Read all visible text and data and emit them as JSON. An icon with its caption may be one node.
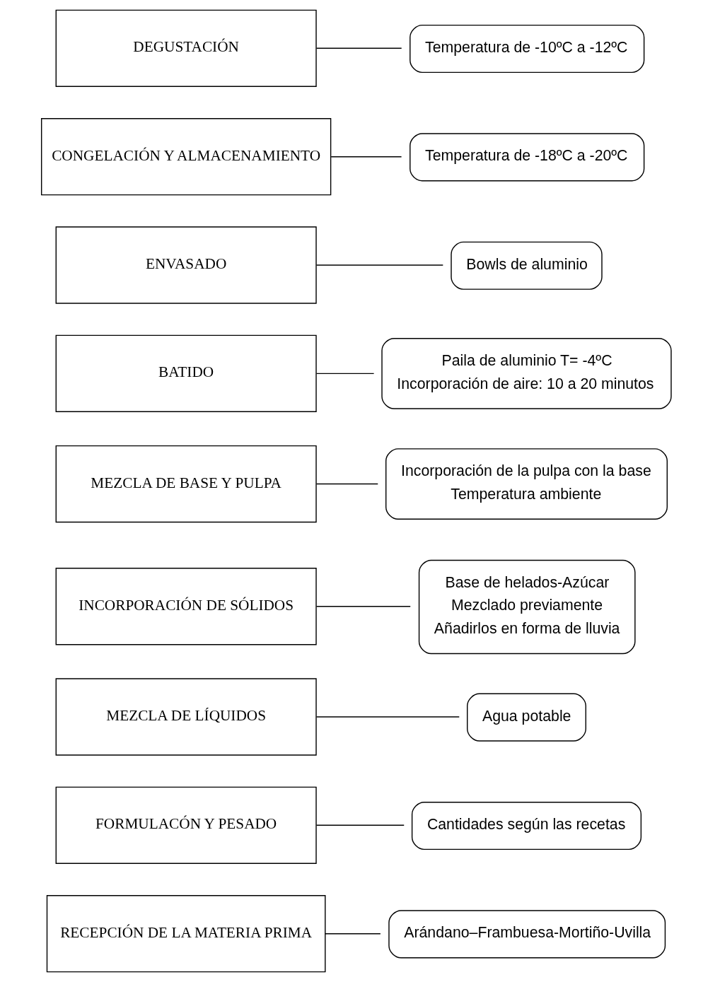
{
  "diagram": {
    "nodes": [
      {
        "text": [
          "RECEPCIÓN DE LA MATERIA PRIMA"
        ]
      },
      {
        "text": [
          "Arándano–Frambuesa-Mortiño-Uvilla"
        ]
      },
      {
        "text": [
          "FORMULACÓN Y PESADO"
        ]
      },
      {
        "text": [
          "Cantidades según las recetas"
        ]
      },
      {
        "text": [
          "MEZCLA DE LÍQUIDOS"
        ]
      },
      {
        "text": [
          "Agua potable"
        ]
      },
      {
        "text": [
          "INCORPORACIÓN DE SÓLIDOS"
        ]
      },
      {
        "text": [
          "Base de helados-Azúcar",
          "Mezclado previamente",
          "Añadirlos en forma de lluvia"
        ]
      },
      {
        "text": [
          "MEZCLA DE BASE Y PULPA"
        ]
      },
      {
        "text": [
          "Incorporación de la pulpa con la base",
          "Temperatura ambiente"
        ]
      },
      {
        "text": [
          "BATIDO"
        ]
      },
      {
        "text": [
          "Paila de aluminio T= -4ºC",
          "Incorporación de aire: 10 a 20 minutos"
        ]
      },
      {
        "text": [
          "ENVASADO"
        ]
      },
      {
        "text": [
          "Bowls de aluminio"
        ]
      },
      {
        "text": [
          "CONGELACIÓN Y ALMACENAMIENTO"
        ]
      },
      {
        "text": [
          "Temperatura de -18ºC a -20ºC"
        ]
      },
      {
        "text": [
          "DEGUSTACIÓN"
        ]
      },
      {
        "text": [
          "Temperatura de -10ºC a -12ºC"
        ]
      }
    ],
    "edges": [
      {
        "from": 0,
        "to": 1,
        "arrow": "none"
      },
      {
        "from": 2,
        "to": 3,
        "arrow": "none"
      },
      {
        "from": 4,
        "to": 5,
        "arrow": "none"
      },
      {
        "from": 6,
        "to": 7,
        "arrow": "none"
      },
      {
        "from": 8,
        "to": 9,
        "arrow": "none"
      },
      {
        "from": 10,
        "to": 11,
        "arrow": "none"
      },
      {
        "from": 12,
        "to": 13,
        "arrow": "none"
      },
      {
        "from": 14,
        "to": 15,
        "arrow": "none"
      },
      {
        "from": 16,
        "to": 17,
        "arrow": "none"
      }
    ]
  }
}
